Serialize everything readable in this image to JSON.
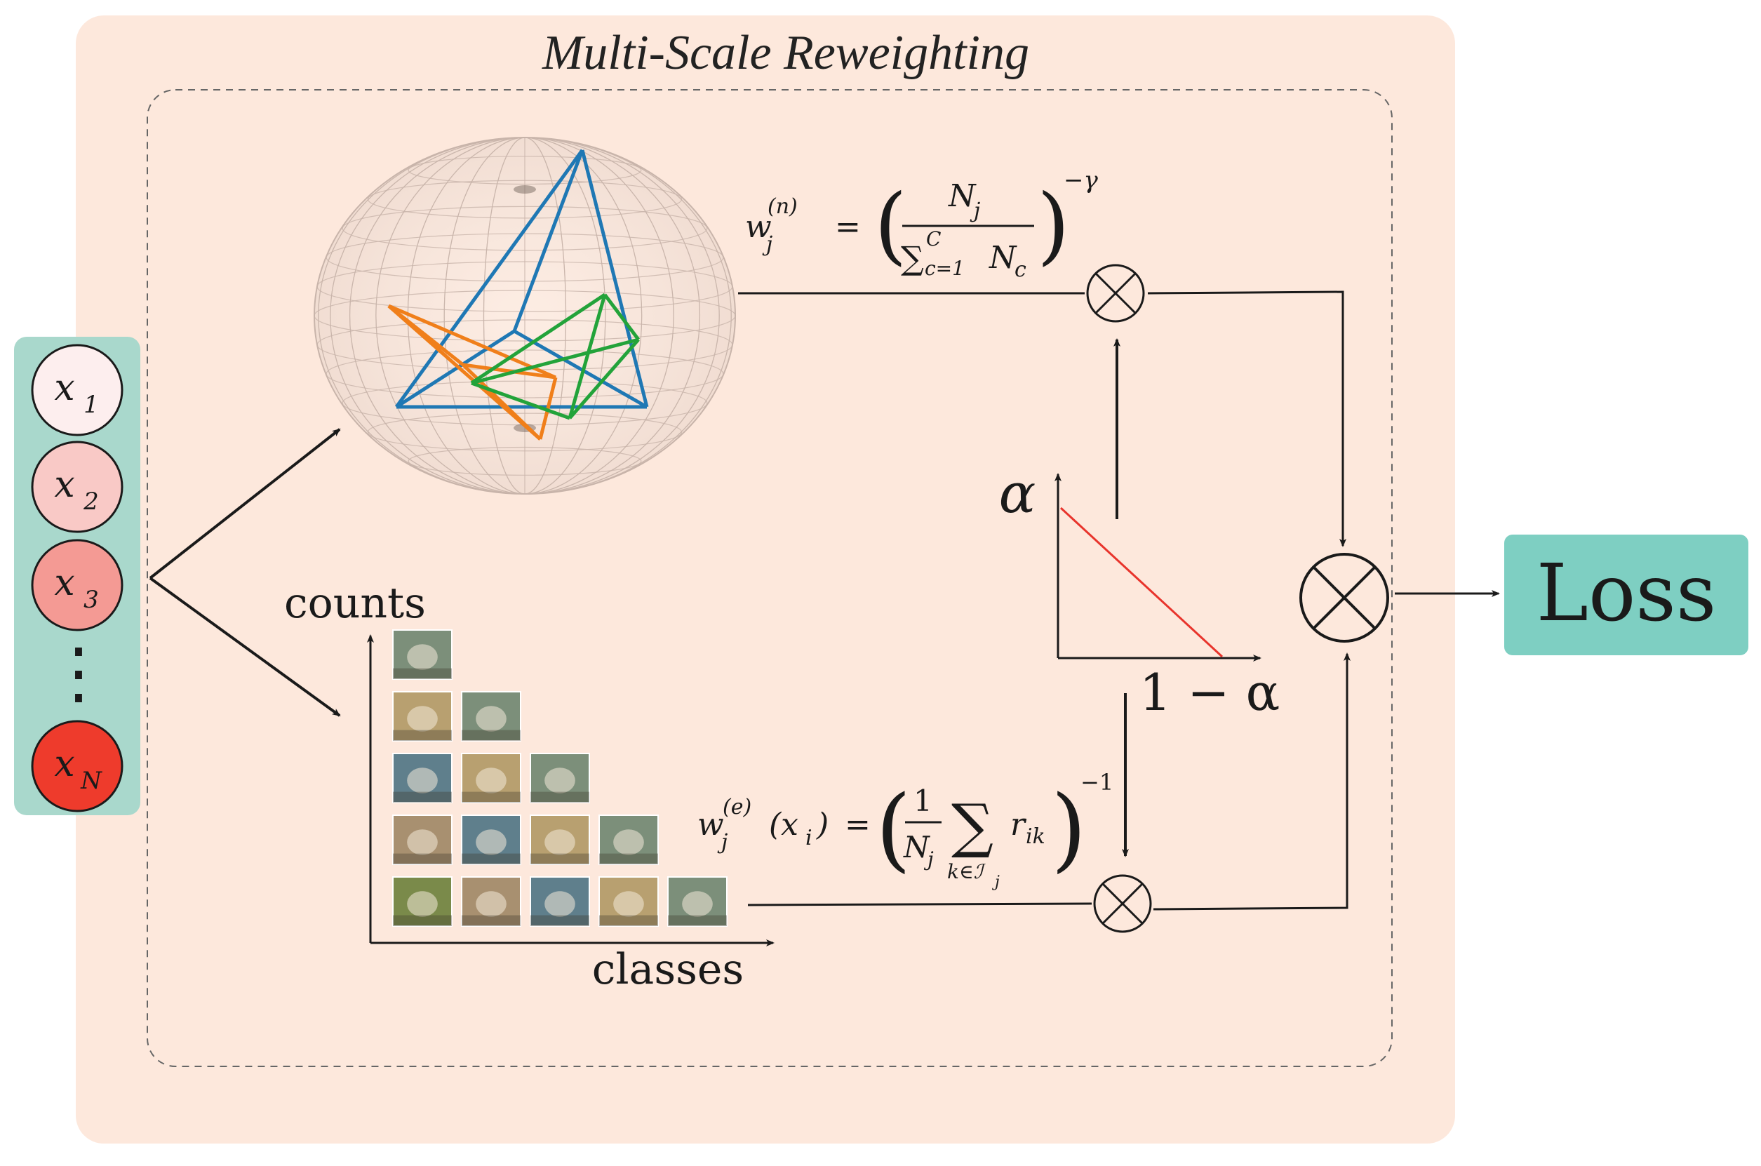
{
  "title": "Multi-Scale Reweighting",
  "inputs": [
    {
      "base": "x",
      "sub": "1",
      "color": "#fdeeee"
    },
    {
      "base": "x",
      "sub": "2",
      "color": "#f9c9c6"
    },
    {
      "base": "x",
      "sub": "3",
      "color": "#f49a94"
    },
    {
      "base": "x",
      "sub": "N",
      "color": "#ee3b2c"
    }
  ],
  "ellipsis": "⋮",
  "hist": {
    "ylabel": "counts",
    "xlabel": "classes",
    "columns": [
      5,
      4,
      3,
      2,
      1
    ],
    "thumb_colors": [
      "#7a8a4a",
      "#a89070",
      "#5f7f8c",
      "#b8a070",
      "#7c8f7a"
    ]
  },
  "formula_n": {
    "lhs_base": "w",
    "lhs_sub": "j",
    "lhs_sup": "(n)",
    "eq": "=",
    "num_base": "N",
    "num_sub": "j",
    "den_sigma": "∑",
    "den_sigma_top": "C",
    "den_sigma_bottom": "c=1",
    "den_base": "N",
    "den_sub": "c",
    "exponent": "−γ",
    "lparen": "(",
    "rparen": ")"
  },
  "formula_e": {
    "lhs_base": "w",
    "lhs_sub": "j",
    "lhs_sup": "(e)",
    "arg": "(x",
    "arg_sub": "i",
    "arg_close": ")",
    "eq": "=",
    "frac_num": "1",
    "frac_den_base": "N",
    "frac_den_sub": "j",
    "sum": "∑",
    "sum_under": "k∈ℐ",
    "sum_under_sub": "j",
    "term_base": "r",
    "term_sub": "ik",
    "exponent": "−1",
    "lparen": "(",
    "rparen": ")"
  },
  "alpha_label": "α",
  "one_minus_alpha_label": "1 − α",
  "multiply_symbol": "⊗",
  "loss_label": "Loss",
  "colors": {
    "panel_bg": "#fde8dc",
    "input_bar_bg": "#a9d8cc",
    "loss_box_bg": "#7ecfc2",
    "tetra_blue": "#1f78b4",
    "tetra_orange": "#f07f1a",
    "tetra_green": "#23a33a",
    "alpha_line": "#e8342c",
    "sphere_grid": "#c8b4aa"
  }
}
